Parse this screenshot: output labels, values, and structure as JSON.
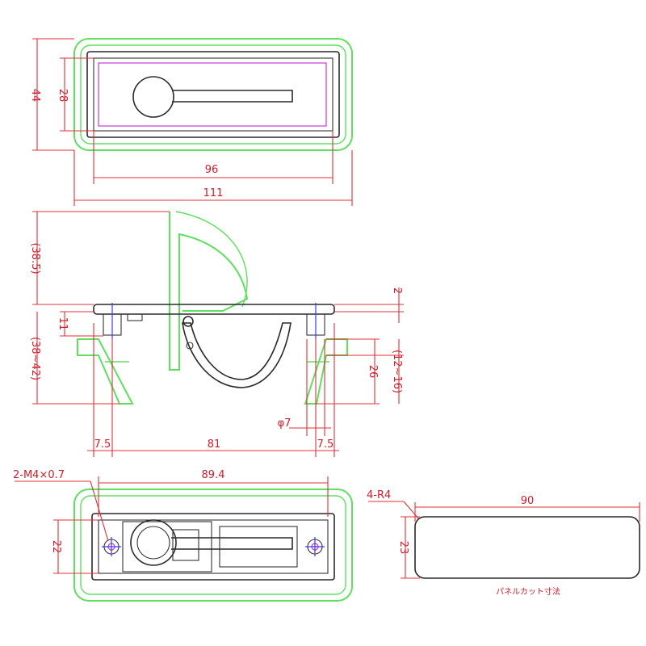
{
  "dimensions": {
    "top_height_outer": "44",
    "top_height_inner": "28",
    "top_width_inner": "96",
    "top_width_outer": "111",
    "side_lever_height": "(38.5)",
    "side_top_thickness": "2",
    "side_flange_height": "11",
    "side_panel_range": "(38~42)",
    "side_depth": "26",
    "side_clamp_range": "(12~16)",
    "side_hole_dia": "φ7",
    "side_offset_left": "7.5",
    "side_hole_pitch": "81",
    "side_offset_right": "7.5",
    "bottom_thread": "2-M4×0.7",
    "bottom_pitch": "89.4",
    "bottom_height": "22",
    "cutout_radius": "4-R4",
    "cutout_width": "90",
    "cutout_height": "23",
    "cutout_caption": "パネルカット寸法"
  },
  "colors": {
    "dimension": "#e0303a",
    "panel_outline": "#5ee05e",
    "body_outline": "#2a2a2a",
    "inner_face": "#c63ad4",
    "screw_center": "#3a3aff"
  }
}
